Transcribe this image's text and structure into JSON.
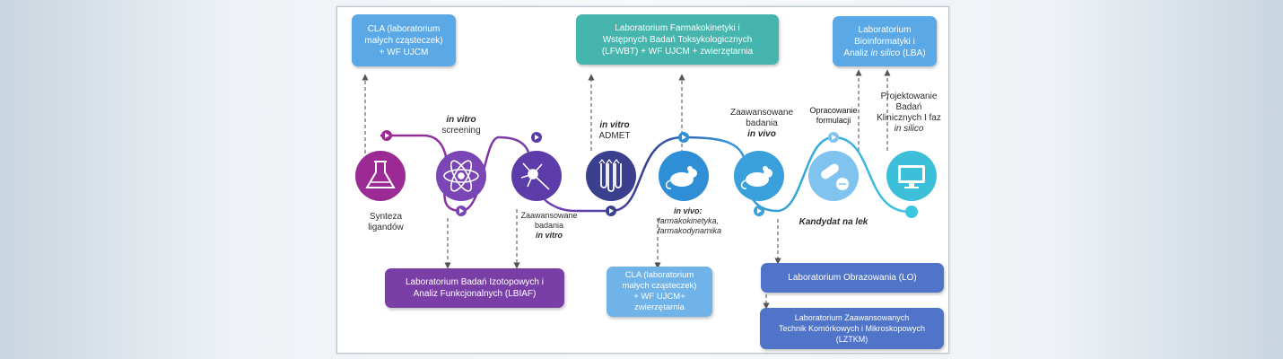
{
  "boxes": {
    "cla_top": {
      "line1": "CLA (laboratorium",
      "line2": "małych cząsteczek)",
      "line3": "+ WF UJCM",
      "color": "#5aa9e6"
    },
    "lfwbt": {
      "line1": "Laboratorium Farmakokinetyki i",
      "line2": "Wstępnych Badań Toksykologicznych",
      "line3": "(LFWBT) + WF UJCM + zwierzętarnia",
      "color": "#45b5ad"
    },
    "lba": {
      "line1": "Laboratorium",
      "line2": "Bioinformatyki i",
      "line3_pre": "Analiz ",
      "line3_it": "in silico",
      "line3_post": " (LBA)",
      "color": "#5aa9e6"
    },
    "lbiaf": {
      "line1": "Laboratorium Badań Izotopowych i",
      "line2": "Analiz Funkcjonalnych (LBIAF)",
      "color": "#7a3fa6"
    },
    "cla_bottom": {
      "line1": "CLA (laboratorium",
      "line2": "małych cząsteczek)",
      "line3": "+ WF UJCM+",
      "line4": "zwierzętarnia",
      "color": "#6fb3e8"
    },
    "lo": {
      "line1": "Laboratorium Obrazowania (LO)",
      "color": "#4f74c8"
    },
    "lztkm": {
      "line1": "Laboratorium Zaawansowanych",
      "line2": "Technik Komórkowych i Mikroskopowych",
      "line3": "(LZTKM)",
      "color": "#4f74c8"
    }
  },
  "labels": {
    "synteza": {
      "line1": "Synteza",
      "line2": "ligandów"
    },
    "invitro_screening": {
      "line1": "in vitro",
      "line2": "screening"
    },
    "zaaw_invitro": {
      "line1": "Zaawansowane",
      "line2": "badania",
      "line3": "in vitro"
    },
    "invitro_admet": {
      "line1": "in vitro",
      "line2": "ADMET"
    },
    "invivo_pk": {
      "line1": "in vivo:",
      "line2": "farmakokinetyka,",
      "line3": "farmakodynamika"
    },
    "zaaw_invivo": {
      "line1": "Zaawansowane",
      "line2": "badania",
      "line3": "in vivo"
    },
    "opracowanie": {
      "line1": "Opracowanie",
      "line2": "formulacji"
    },
    "kandydat": {
      "line1": "Kandydat na lek"
    },
    "projektowanie": {
      "line1": "Projektowanie",
      "line2": "Badań",
      "line3": "Klinicznych I faz",
      "line4": "in silico"
    }
  },
  "steps": [
    {
      "icon": "flask-icon",
      "color": "#9b2a94"
    },
    {
      "icon": "atom-icon",
      "color": "#7a45b5"
    },
    {
      "icon": "neuron-icon",
      "color": "#5c3ca8"
    },
    {
      "icon": "test-tubes-icon",
      "color": "#3a3f8e"
    },
    {
      "icon": "mouse-icon",
      "color": "#2f8fd6"
    },
    {
      "icon": "mouse-icon",
      "color": "#3aa0dc"
    },
    {
      "icon": "pills-icon",
      "color": "#7fc3ee"
    },
    {
      "icon": "monitor-icon",
      "color": "#3cbfd9"
    }
  ]
}
